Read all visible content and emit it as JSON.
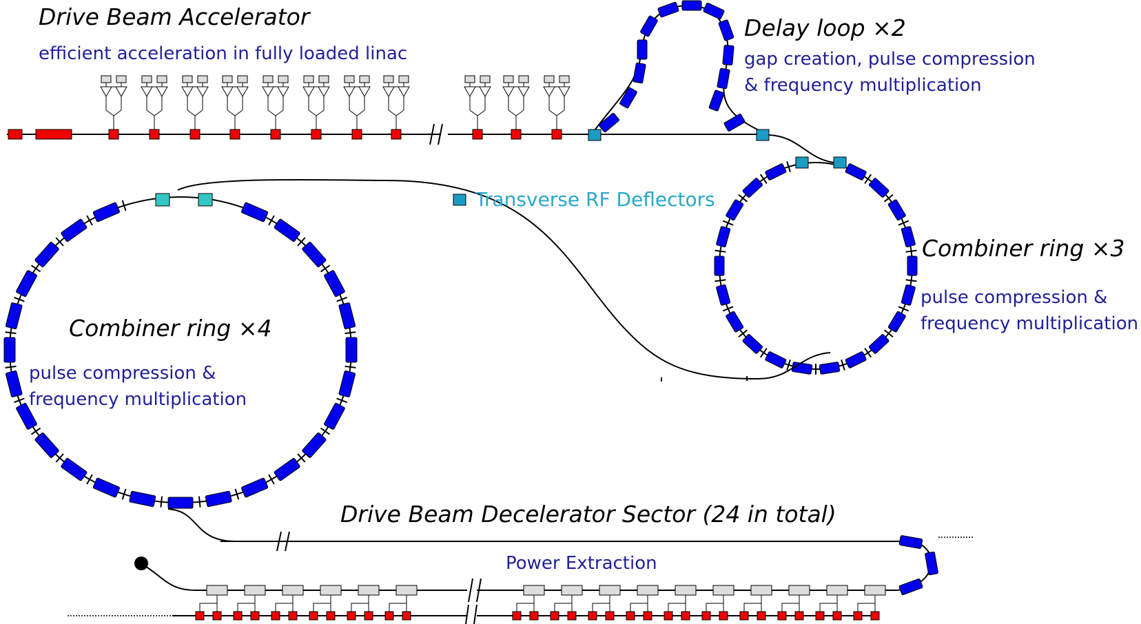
{
  "labels": {
    "drive_beam_accelerator": "Drive Beam Accelerator",
    "dba_sub": "efficient acceleration in fully loaded linac",
    "delay_loop": "Delay loop",
    "delay_loop_mult": "2",
    "delay_loop_sub1": "gap creation, pulse compression",
    "delay_loop_sub2": "& frequency multiplication",
    "transverse_rf": "Transverse RF Deflectors",
    "cr3": "Combiner ring",
    "cr3_mult": "3",
    "cr3_sub1": "pulse compression &",
    "cr3_sub2": "frequency multiplication",
    "cr4": "Combiner ring",
    "cr4_mult": "4",
    "cr4_sub1": "pulse compression &",
    "cr4_sub2": "frequency multiplication",
    "decelerator": "Drive Beam Decelerator Sector (24 in total)",
    "power_extraction": "Power Extraction"
  },
  "symbols": {
    "times": "×"
  },
  "colors": {
    "magnet": "#0000ee",
    "cavity": "#ee0000",
    "deflector": "#1a9cc4",
    "deflector_light": "#34c6c4",
    "text_sub": "#1f1f99",
    "legend": "#2aa7c9",
    "line": "#000000"
  }
}
